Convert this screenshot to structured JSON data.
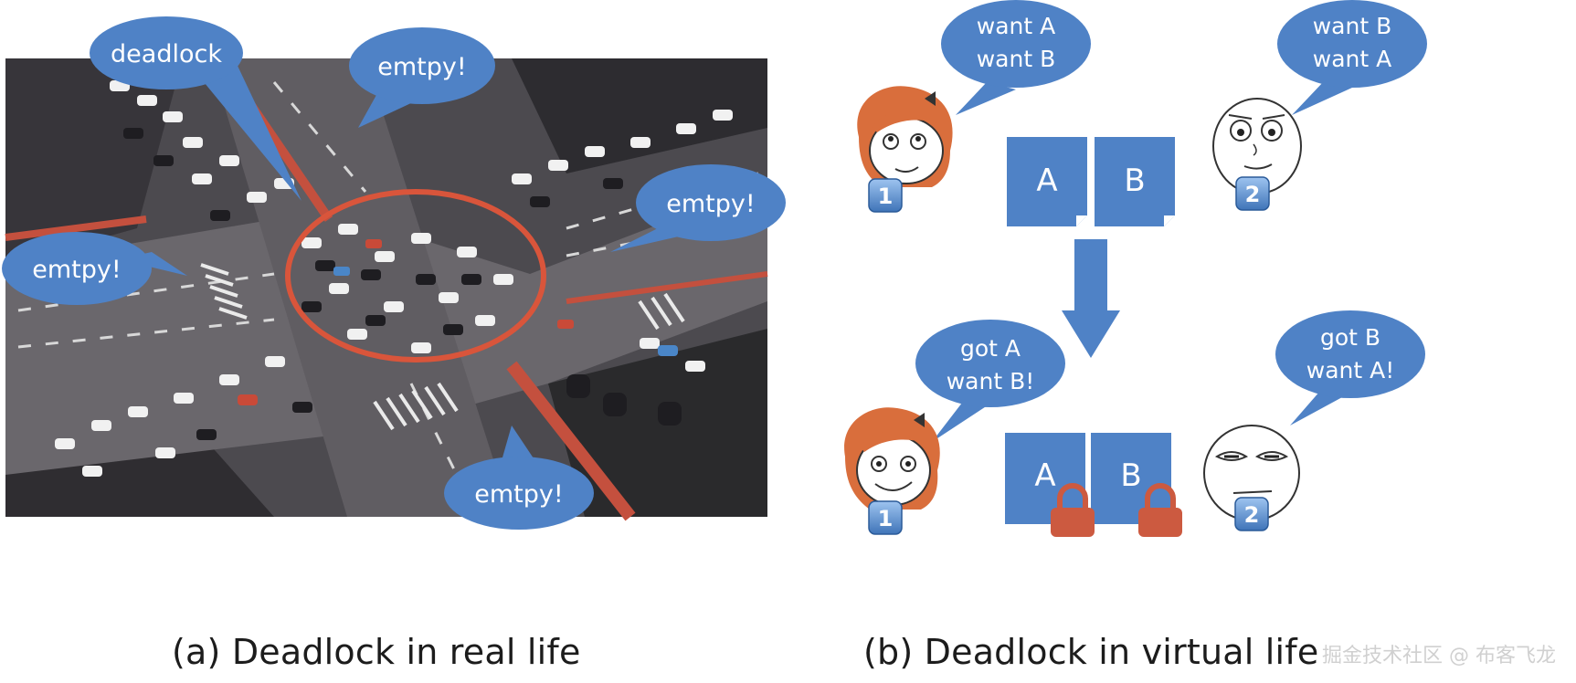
{
  "part_a": {
    "caption": "(a) Deadlock in real life",
    "bubbles": [
      "deadlock",
      "emtpy!",
      "emtpy!",
      "emtpy!",
      "emtpy!"
    ]
  },
  "part_b": {
    "caption": "(b) Deadlock in virtual life",
    "top_row": {
      "person1_bubble": [
        "want A",
        "want B"
      ],
      "person2_bubble": [
        "want B",
        "want A"
      ],
      "resource_a": "A",
      "resource_b": "B",
      "badge1": "1",
      "badge2": "2"
    },
    "bottom_row": {
      "person1_bubble": [
        "got A",
        "want B!"
      ],
      "person2_bubble": [
        "got B",
        "want A!"
      ],
      "resource_a": "A",
      "resource_b": "B",
      "badge1": "1",
      "badge2": "2"
    }
  },
  "watermark": "掘金技术社区 @ 布客飞龙",
  "colors": {
    "bubble": "#4f82c6",
    "resource": "#4f82c6",
    "lock": "#cc5a40",
    "circle": "#d9553b",
    "badge": "#5c8fd1",
    "hair": "#d96e3c",
    "road": "#57555a"
  }
}
